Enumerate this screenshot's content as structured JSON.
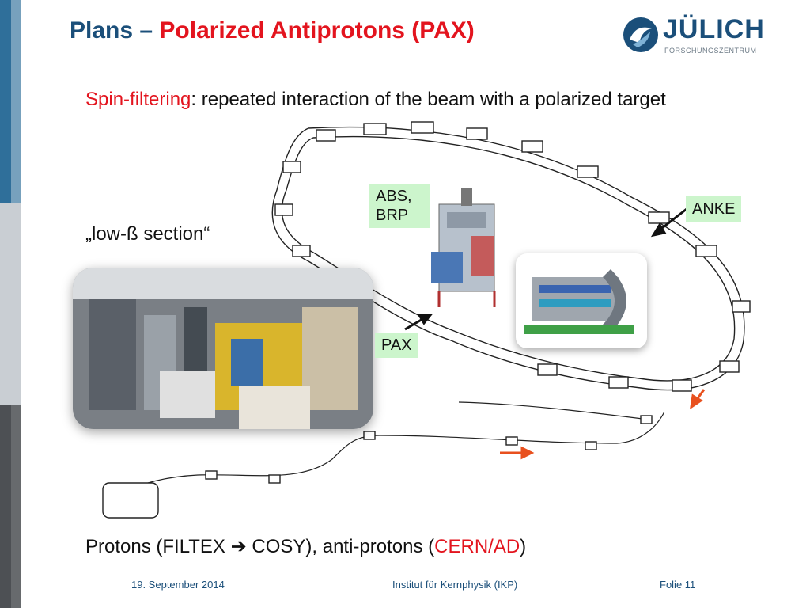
{
  "title": {
    "main": "Plans – ",
    "accent": "Polarized Antiprotons (PAX)"
  },
  "logo": {
    "word": "JÜLICH",
    "sub": "FORSCHUNGSZENTRUM",
    "icon": "julich-logo-icon"
  },
  "subtitle": {
    "highlight": "Spin-filtering",
    "rest": ": repeated interaction of the beam with a polarized target"
  },
  "low_beta": "„low-ß section“",
  "labels": {
    "abs": "ABS, BRP",
    "anke": "ANKE",
    "pax": "PAX"
  },
  "bottom": {
    "prefix": "Protons (FILTEX ",
    "arrow": "➔",
    "middle": " COSY), anti-protons (",
    "highlight": "CERN/AD",
    "suffix": ")"
  },
  "footer": {
    "date": "19. September 2014",
    "institute": "Institut für Kernphysik (IKP)",
    "slide": "Folie 11"
  },
  "colors": {
    "title_blue": "#1b4f7a",
    "accent_red": "#e3141e",
    "label_green": "#ccf5cc",
    "arrow_orange": "#e8501e"
  }
}
